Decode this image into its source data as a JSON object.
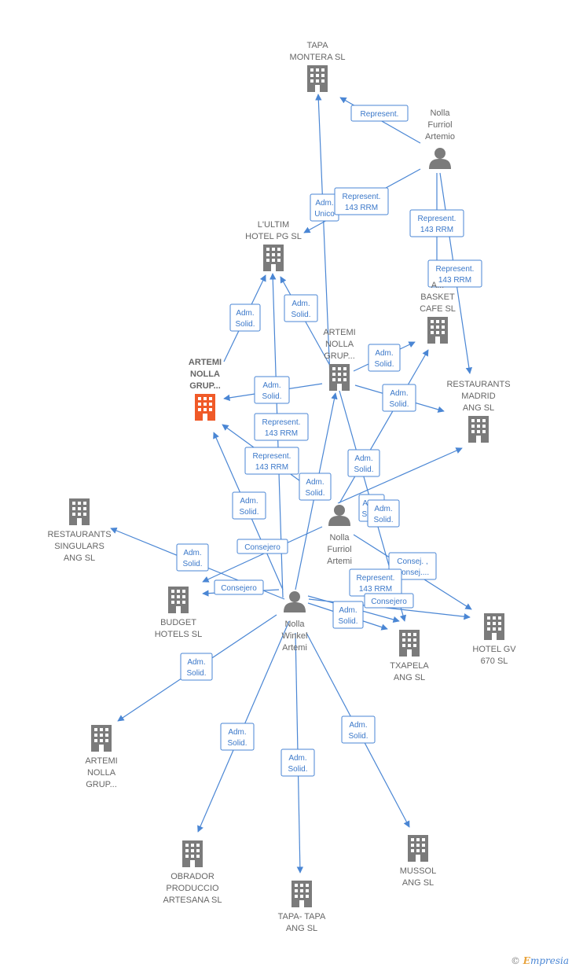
{
  "colors": {
    "edge": "#4a86d4",
    "company": "#7b7b7b",
    "highlight": "#f05a28",
    "person": "#7b7b7b"
  },
  "nodes": [
    {
      "id": "tapa_montera",
      "type": "company",
      "lines": [
        "TAPA",
        "MONTERA  SL"
      ],
      "icon": "building-icon"
    },
    {
      "id": "nolla_furriol_artemio",
      "type": "person",
      "lines": [
        "Nolla",
        "Furriol",
        "Artemio"
      ],
      "icon": "person-icon"
    },
    {
      "id": "lultim",
      "type": "company",
      "lines": [
        "L'ULTIM",
        "HOTEL PG  SL"
      ],
      "icon": "building-icon"
    },
    {
      "id": "basket_cafe",
      "type": "company",
      "lines": [
        "A...",
        "BASKET",
        "CAFE  SL"
      ],
      "icon": "building-icon"
    },
    {
      "id": "artemi_nolla_2",
      "type": "company",
      "lines": [
        "ARTEMI",
        "NOLLA",
        "GRUP..."
      ],
      "icon": "building-icon"
    },
    {
      "id": "artemi_nolla_main",
      "type": "company",
      "highlight": true,
      "lines": [
        "ARTEMI",
        "NOLLA",
        "GRUP..."
      ],
      "icon": "building-icon"
    },
    {
      "id": "restaurants_madrid",
      "type": "company",
      "lines": [
        "RESTAURANTS",
        "MADRID",
        "ANG  SL"
      ],
      "icon": "building-icon"
    },
    {
      "id": "restaurants_singulars",
      "type": "company",
      "lines": [
        "RESTAURANTS",
        "SINGULARS",
        "ANG  SL"
      ],
      "icon": "building-icon"
    },
    {
      "id": "nolla_furriol_artemi",
      "type": "person",
      "lines": [
        "Nolla",
        "Furriol",
        "Artemi"
      ],
      "icon": "person-icon"
    },
    {
      "id": "budget_hotels",
      "type": "company",
      "lines": [
        "BUDGET",
        "HOTELS SL"
      ],
      "icon": "building-icon"
    },
    {
      "id": "nolla_winkel_artemi",
      "type": "person",
      "lines": [
        "Nolla",
        "Winkel",
        "Artemi"
      ],
      "icon": "person-icon"
    },
    {
      "id": "txapela",
      "type": "company",
      "lines": [
        "TXAPELA",
        "ANG  SL"
      ],
      "icon": "building-icon"
    },
    {
      "id": "hotel_gv",
      "type": "company",
      "lines": [
        "HOTEL GV",
        "670  SL"
      ],
      "icon": "building-icon"
    },
    {
      "id": "artemi_nolla_3",
      "type": "company",
      "lines": [
        "ARTEMI",
        "NOLLA",
        "GRUP..."
      ],
      "icon": "building-icon"
    },
    {
      "id": "obrador",
      "type": "company",
      "lines": [
        "OBRADOR",
        "PRODUCCIO",
        "ARTESANA SL"
      ],
      "icon": "building-icon"
    },
    {
      "id": "tapa_tapa",
      "type": "company",
      "lines": [
        "TAPA- TAPA",
        "ANG  SL"
      ],
      "icon": "building-icon"
    },
    {
      "id": "mussol",
      "type": "company",
      "lines": [
        "MUSSOL",
        "ANG  SL"
      ],
      "icon": "building-icon"
    }
  ],
  "edges": [
    {
      "lines": [
        "Represent."
      ]
    },
    {
      "lines": [
        "Adm.",
        "Unico"
      ]
    },
    {
      "lines": [
        "Represent.",
        "143 RRM"
      ]
    },
    {
      "lines": [
        "Represent.",
        "143 RRM"
      ]
    },
    {
      "lines": [
        "Represent.",
        "143 RRM"
      ]
    },
    {
      "lines": [
        "Adm.",
        "Solid."
      ]
    },
    {
      "lines": [
        "Adm.",
        "Solid."
      ]
    },
    {
      "lines": [
        "Adm.",
        "Solid."
      ]
    },
    {
      "lines": [
        "Adm.",
        "Solid."
      ]
    },
    {
      "lines": [
        "Adm.",
        "Solid."
      ]
    },
    {
      "lines": [
        "Represent.",
        "143 RRM"
      ]
    },
    {
      "lines": [
        "Represent.",
        "143 RRM"
      ]
    },
    {
      "lines": [
        "Adm.",
        "Solid."
      ]
    },
    {
      "lines": [
        "Adm.",
        "Solid."
      ]
    },
    {
      "lines": [
        "Adm.",
        "Solid."
      ]
    },
    {
      "lines": [
        "Adm.",
        "Solid."
      ]
    },
    {
      "lines": [
        "Adm.",
        "Solid."
      ]
    },
    {
      "lines": [
        "Adm.",
        "Solid."
      ]
    },
    {
      "lines": [
        "Consejero"
      ]
    },
    {
      "lines": [
        "Consejero"
      ]
    },
    {
      "lines": [
        "Consej. ,",
        "Consej...."
      ]
    },
    {
      "lines": [
        "Represent.",
        "143 RRM"
      ]
    },
    {
      "lines": [
        "Consejero"
      ]
    },
    {
      "lines": [
        "Adm.",
        "Solid."
      ]
    },
    {
      "lines": [
        "Adm.",
        "Solid."
      ]
    },
    {
      "lines": [
        "Adm.",
        "Solid."
      ]
    },
    {
      "lines": [
        "Adm.",
        "Solid."
      ]
    },
    {
      "lines": [
        "Adm.",
        "Solid."
      ]
    }
  ],
  "brand": {
    "copyright": "©",
    "e": "E",
    "rest": "mpresia"
  }
}
